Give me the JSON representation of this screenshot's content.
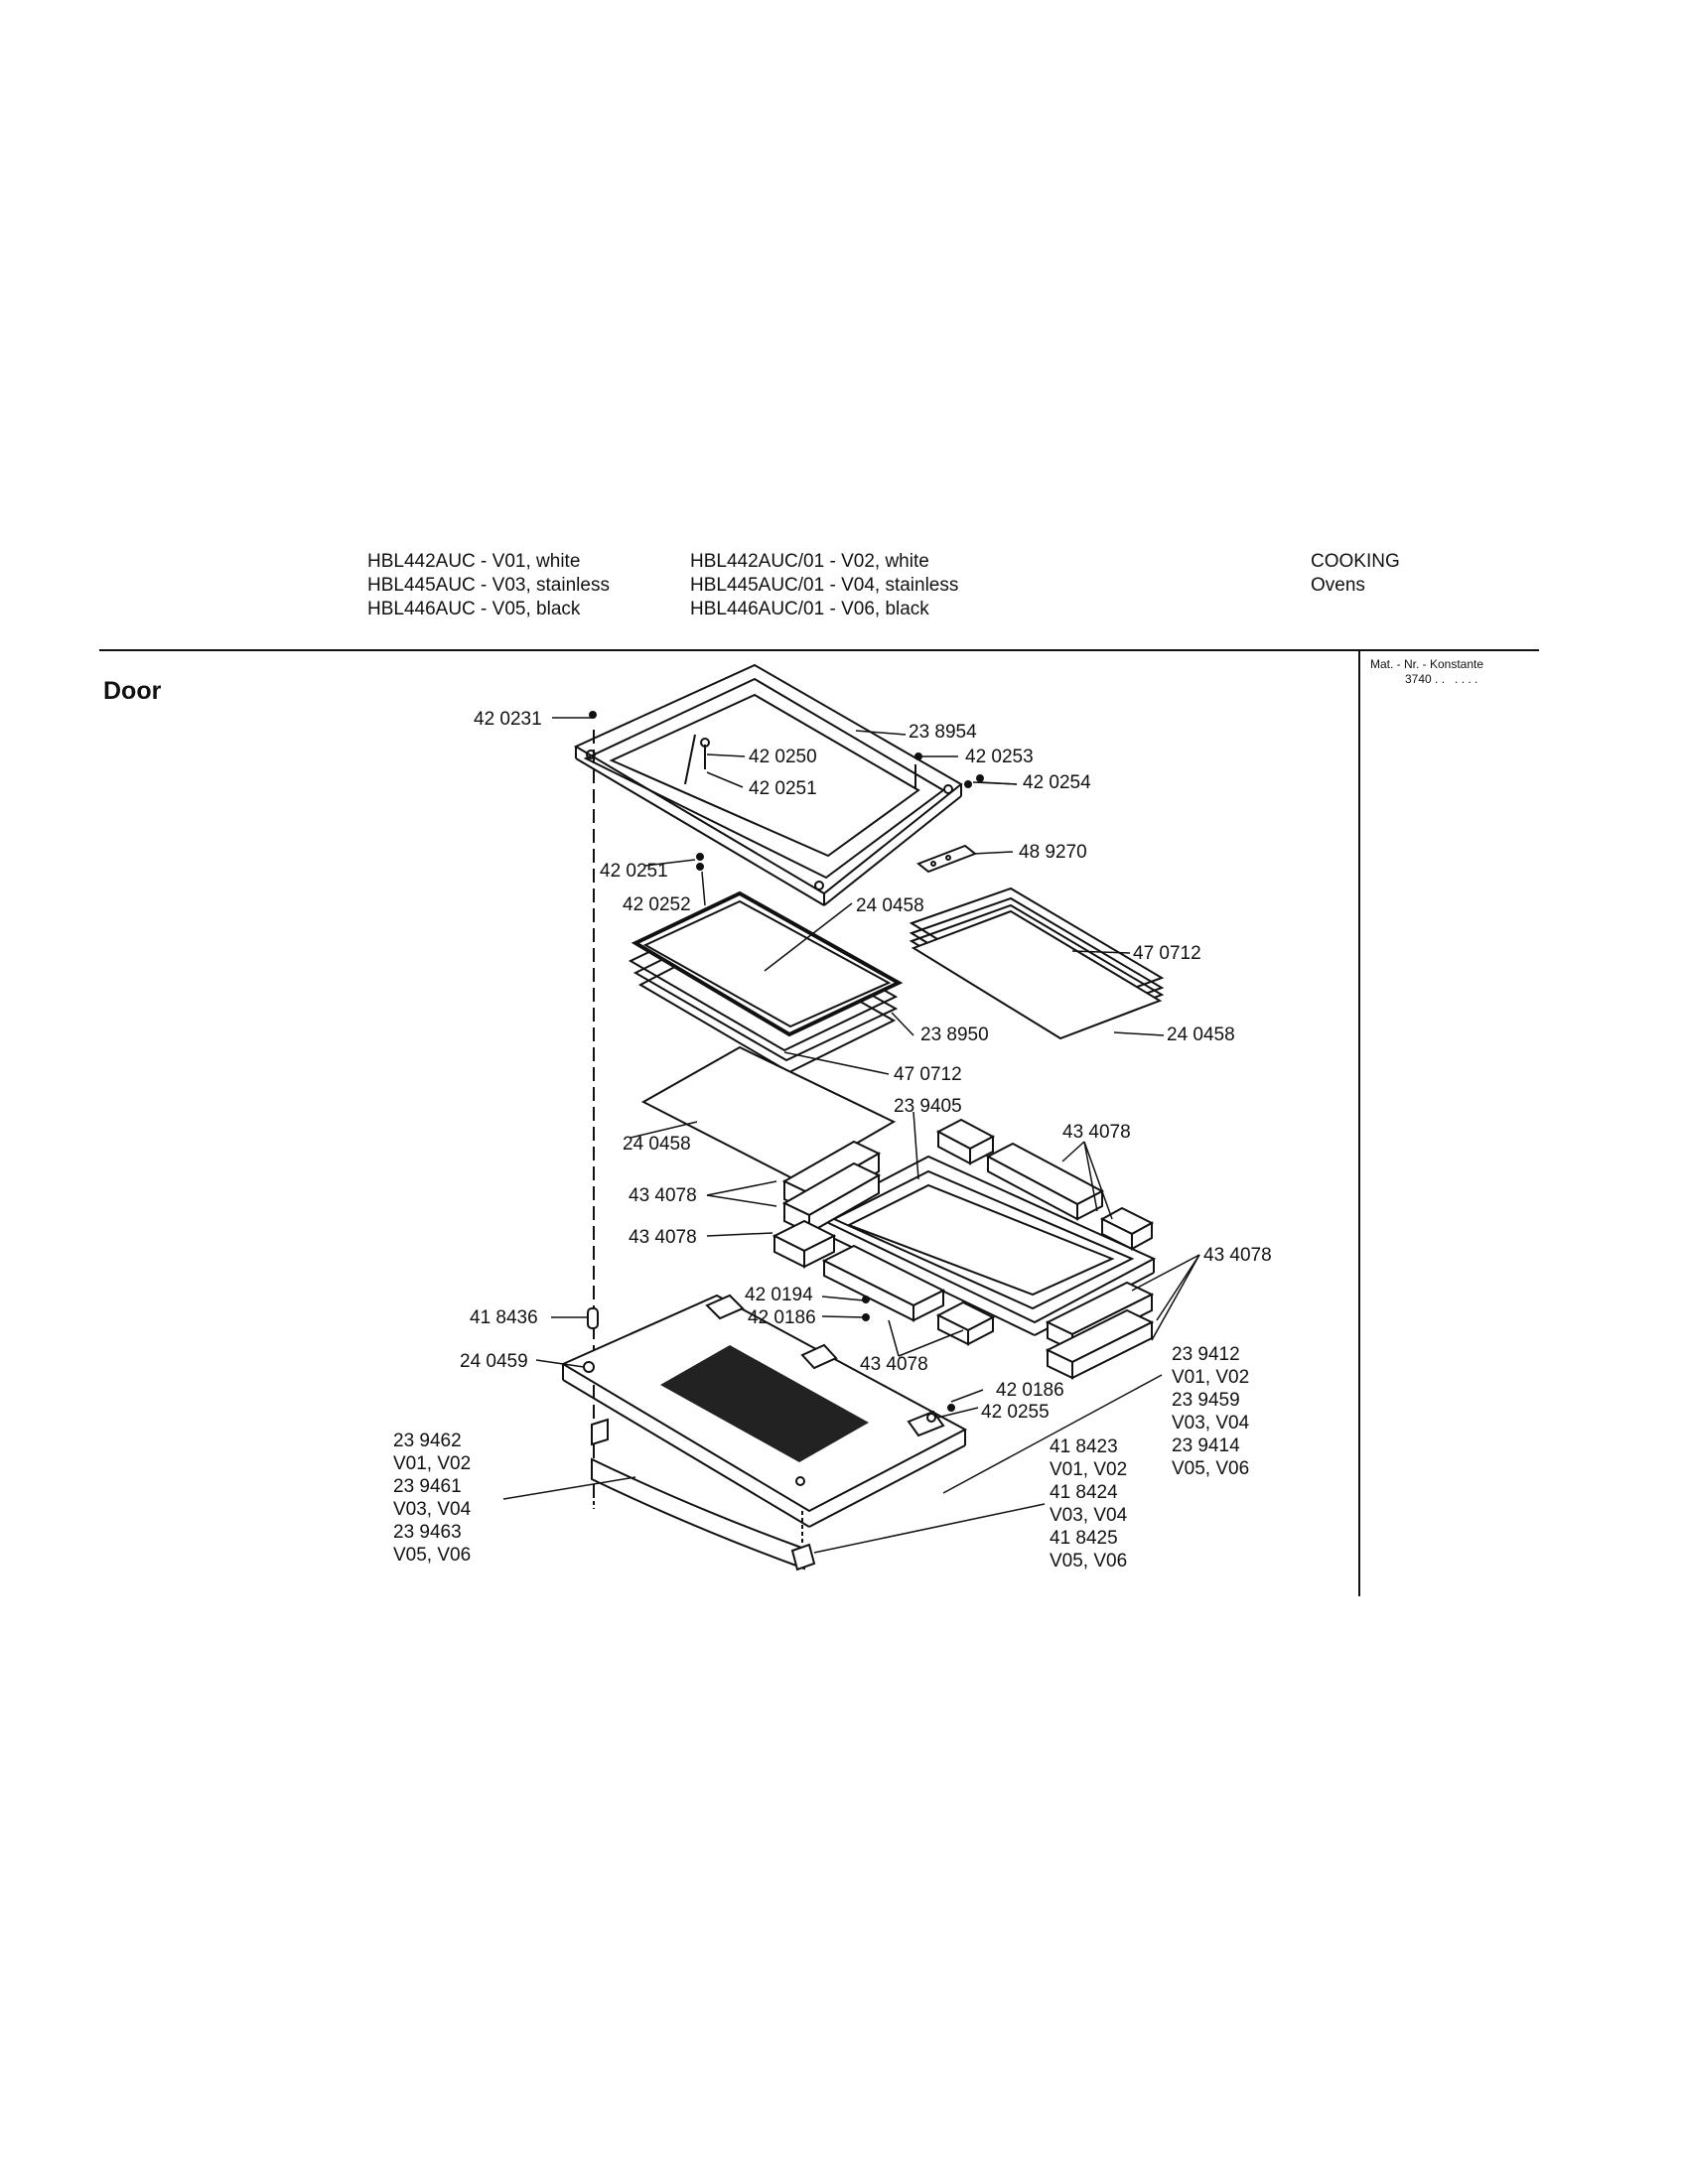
{
  "header": {
    "models_left": [
      "HBL442AUC - V01, white",
      "HBL445AUC - V03, stainless",
      "HBL446AUC - V05, black"
    ],
    "models_right": [
      "HBL442AUC/01 - V02, white",
      "HBL445AUC/01 - V04, stainless",
      "HBL446AUC/01 - V06, black"
    ],
    "category": "COOKING",
    "subcategory": "Ovens"
  },
  "section_title": "Door",
  "mat": {
    "label": "Mat. - Nr. - Konstante",
    "value": "3740 . .   . . . ."
  },
  "part_labels": [
    "42 0231",
    "23 8954",
    "42 0250",
    "42 0253",
    "42 0251",
    "42 0254",
    "48 9270",
    "42 0251",
    "42 0252",
    "24 0458",
    "47 0712",
    "23 8950",
    "24 0458",
    "47 0712",
    "23 9405",
    "24 0458",
    "43 4078",
    "43 4078",
    "43 4078",
    "43 4078",
    "42 0194",
    "42 0186",
    "43 4078",
    "41 8436",
    "24 0459",
    "42 0186",
    "42 0255"
  ],
  "handle_parts": [
    "23 9462",
    "V01, V02",
    "23 9461",
    "V03, V04",
    "23 9463",
    "V05, V06"
  ],
  "endcap_parts": [
    "41 8423",
    "V01, V02",
    "41 8424",
    "V03, V04",
    "41 8425",
    "V05, V06"
  ],
  "panel_parts": [
    "23 9412",
    "V01, V02",
    "23 9459",
    "V03, V04",
    "23 9414",
    "V05, V06"
  ]
}
